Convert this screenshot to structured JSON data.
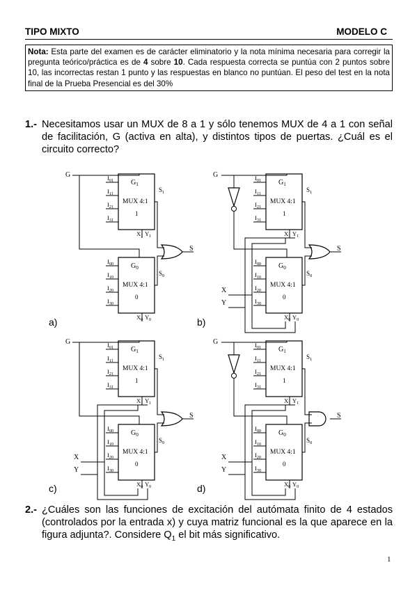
{
  "header": {
    "left": "TIPO MIXTO",
    "right": "MODELO C"
  },
  "nota": {
    "label": "Nota:",
    "t1": " Esta parte del examen es de carácter eliminatorio y la nota mínima necesaria para corregir la pregunta teórico/práctica es de ",
    "b1": "4",
    "t2": " sobre ",
    "b2": "10",
    "t3": ". Cada respuesta correcta se puntúa con 2 puntos sobre 10, las incorrectas restan 1 punto y las respuestas en blanco no puntúan. El peso del test en la nota final de la Prueba Presencial es del 30%"
  },
  "q1": {
    "number": "1.-",
    "text": "Necesitamos usar un MUX de 8 a 1 y sólo tenemos MUX de 4 a 1 con señal de facilitación, G (activa en alta), y distintos tipos de puertas. ¿Cuál es el circuito correcto?"
  },
  "q2": {
    "number": "2.-",
    "text": "¿Cuáles son las funciones de excitación del autómata finito de 4 estados (controlados por la entrada x) y cuya matriz funcional es la que aparece en la figura adjunta?. Considere Q",
    "sub": "1",
    "text2": " el bit más significativo."
  },
  "diagrams": {
    "labels": [
      "a)",
      "b)",
      "c)",
      "d)"
    ],
    "signals": {
      "G": "G",
      "S": "S",
      "X": "X",
      "Y": "Y"
    },
    "mux_top": {
      "label": "MUX 4:1",
      "g": "G",
      "gsub": "1",
      "s": "S",
      "ssub": "1",
      "index": "1",
      "x": "X",
      "xsub": "1",
      "y": "Y",
      "ysub": "1",
      "inputs": [
        "I01",
        "I11",
        "I21",
        "I31"
      ]
    },
    "mux_bottom": {
      "label": "MUX 4:1",
      "g": "G",
      "gsub": "0",
      "s": "S",
      "ssub": "0",
      "index": "0",
      "x": "X",
      "xsub": "0",
      "y": "Y",
      "ysub": "0",
      "inputs": [
        "I00",
        "I10",
        "I20",
        "I30"
      ]
    }
  },
  "page_number": "1"
}
